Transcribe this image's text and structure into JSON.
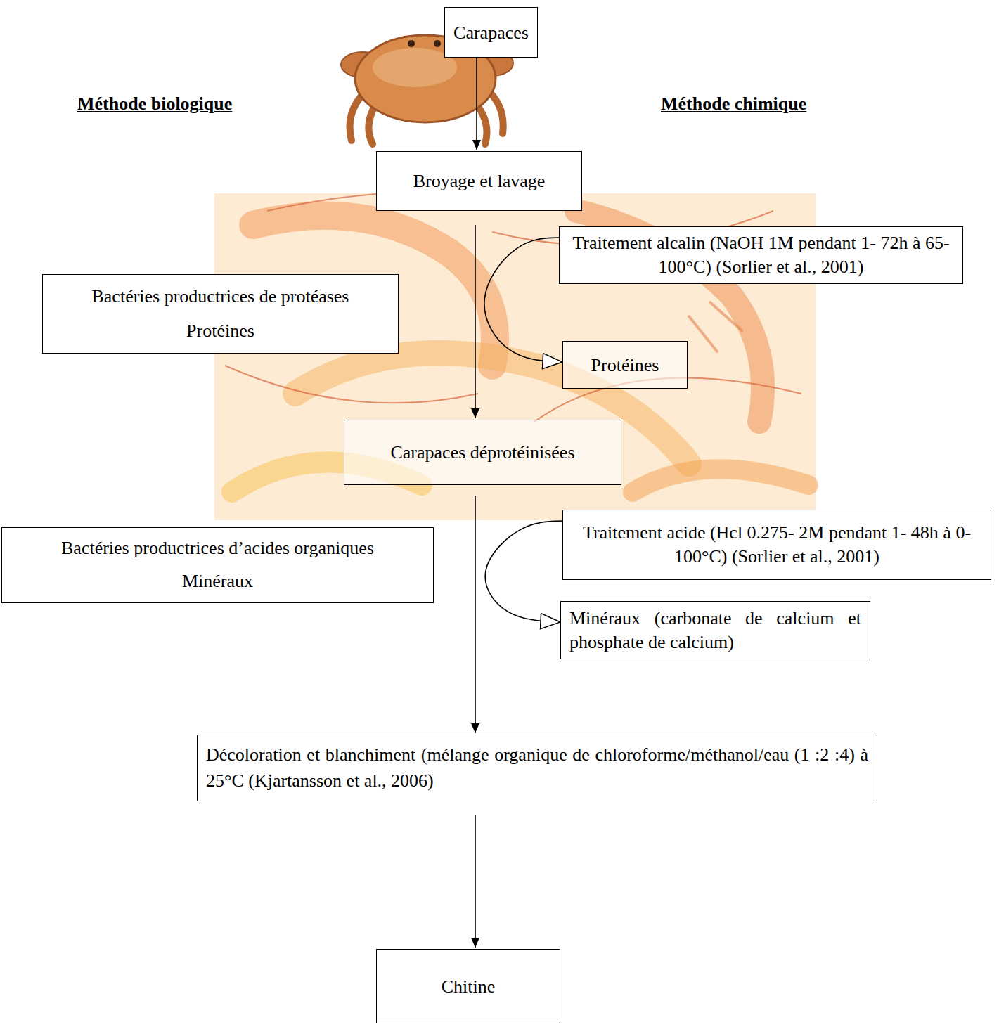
{
  "diagram": {
    "nodes": [
      {
        "text": [
          "Carapaces"
        ]
      },
      {
        "text": [
          "Broyage et lavage"
        ]
      },
      {
        "text": [
          "Traitement alcalin (NaOH 1M pendant 1- 72h à 65- 100°C) (Sorlier et al., 2001)"
        ]
      },
      {
        "text": [
          "Bactéries productrices de protéases",
          "Protéines"
        ]
      },
      {
        "text": [
          "Protéines"
        ]
      },
      {
        "text": [
          "Carapaces déprotéinisées"
        ]
      },
      {
        "text": [
          "Traitement acide (Hcl 0.275- 2M pendant 1- 48h à 0- 100°C) (Sorlier et al., 2001)"
        ]
      },
      {
        "text": [
          "Bactéries productrices d’acides organiques",
          "Minéraux"
        ]
      },
      {
        "text": [
          "Minéraux (carbonate de calcium et phosphate de calcium)"
        ]
      },
      {
        "text": [
          "Décoloration et blanchiment (mélange organique de chloroforme/méthanol/eau (1 :2 :4) à 25°C (Kjartansson et al., 2006)"
        ]
      },
      {
        "text": [
          "Chitine"
        ]
      }
    ],
    "edges": [
      {
        "from": 0,
        "to": 1,
        "arrow": "to"
      },
      {
        "from": 1,
        "to": 5,
        "arrow": "to"
      },
      {
        "from": 2,
        "to": 4,
        "arrow": "to"
      },
      {
        "from": 5,
        "to": 9,
        "arrow": "to"
      },
      {
        "from": 6,
        "to": 8,
        "arrow": "to"
      },
      {
        "from": 9,
        "to": 10,
        "arrow": "to"
      }
    ],
    "labels": [
      "Méthode biologique",
      "Méthode chimique"
    ]
  }
}
